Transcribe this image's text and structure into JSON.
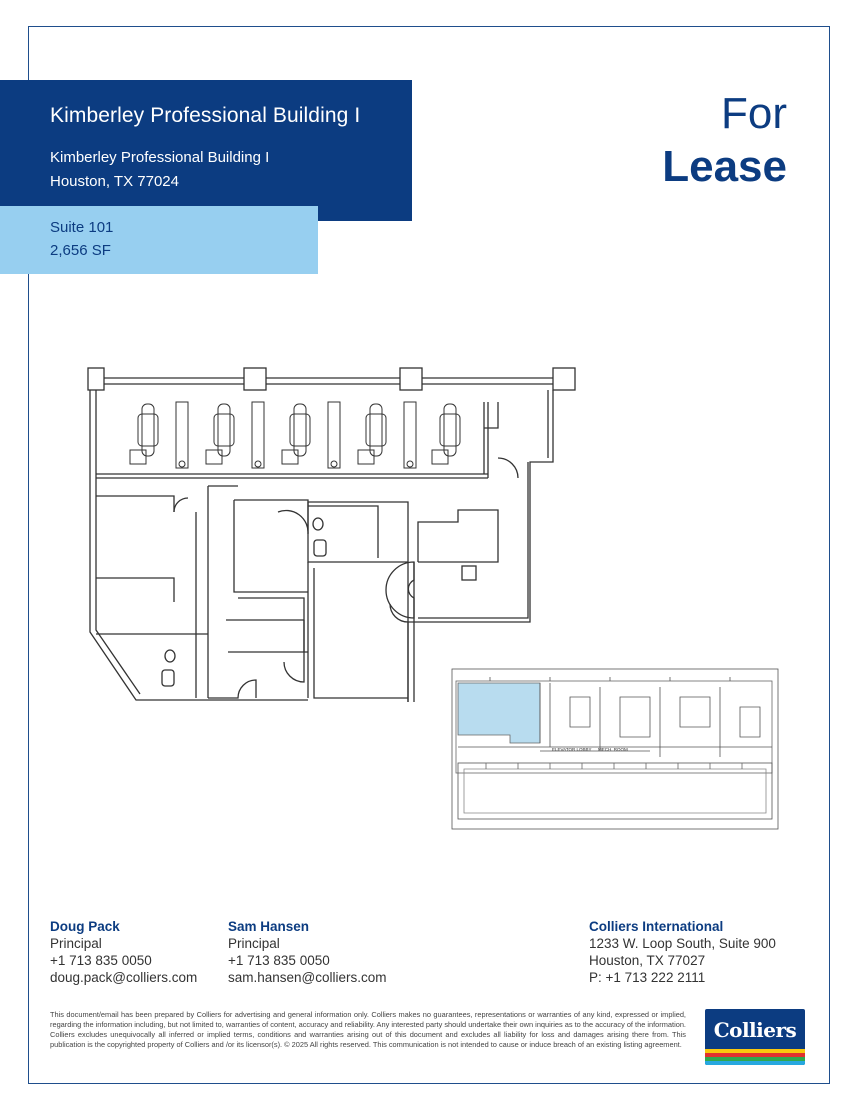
{
  "listing": {
    "title": "Kimberley Professional Building I",
    "address_line1": "Kimberley Professional Building I",
    "address_line2": "Houston, TX 77024",
    "suite": "Suite 101",
    "size": "2,656 SF",
    "for_label": "For",
    "lease_label": "Lease"
  },
  "keyplan": {
    "elevator_lobby": "ELEVATOR LOBBY",
    "mech_room": "MECH. ROOM"
  },
  "contacts": [
    {
      "name": "Doug Pack",
      "title": "Principal",
      "phone": "+1 713 835 0050",
      "email": "doug.pack@colliers.com"
    },
    {
      "name": "Sam Hansen",
      "title": "Principal",
      "phone": "+1 713 835 0050",
      "email": "sam.hansen@colliers.com"
    }
  ],
  "company": {
    "name": "Colliers International",
    "address1": "1233 W. Loop South, Suite 900",
    "address2": "Houston, TX 77027",
    "phone": "P: +1 713 222 2111"
  },
  "disclaimer": "This document/email has been prepared by Colliers for advertising and general information only. Colliers makes no guarantees, representations or warranties of any kind, expressed or implied, regarding the information including, but not limited to, warranties of content, accuracy and reliability. Any interested party should undertake their own inquiries as to the accuracy of the information. Colliers excludes unequivocally all inferred or implied terms, conditions and warranties arising out of this document and excludes all liability for loss and damages arising there from. This publication is the copyrighted property of Colliers and /or its licensor(s). © 2025 All rights reserved. This communication is not intended to cause or induce breach of an existing listing agreement.",
  "logo": {
    "text": "Colliers",
    "stripe_colors": [
      "#f9c80e",
      "#e0312f",
      "#2fa84f",
      "#27a8e0"
    ]
  },
  "colors": {
    "brand_dark": "#0c3c81",
    "brand_light": "#97cff0",
    "keyplan_highlight": "#b8dcef"
  }
}
